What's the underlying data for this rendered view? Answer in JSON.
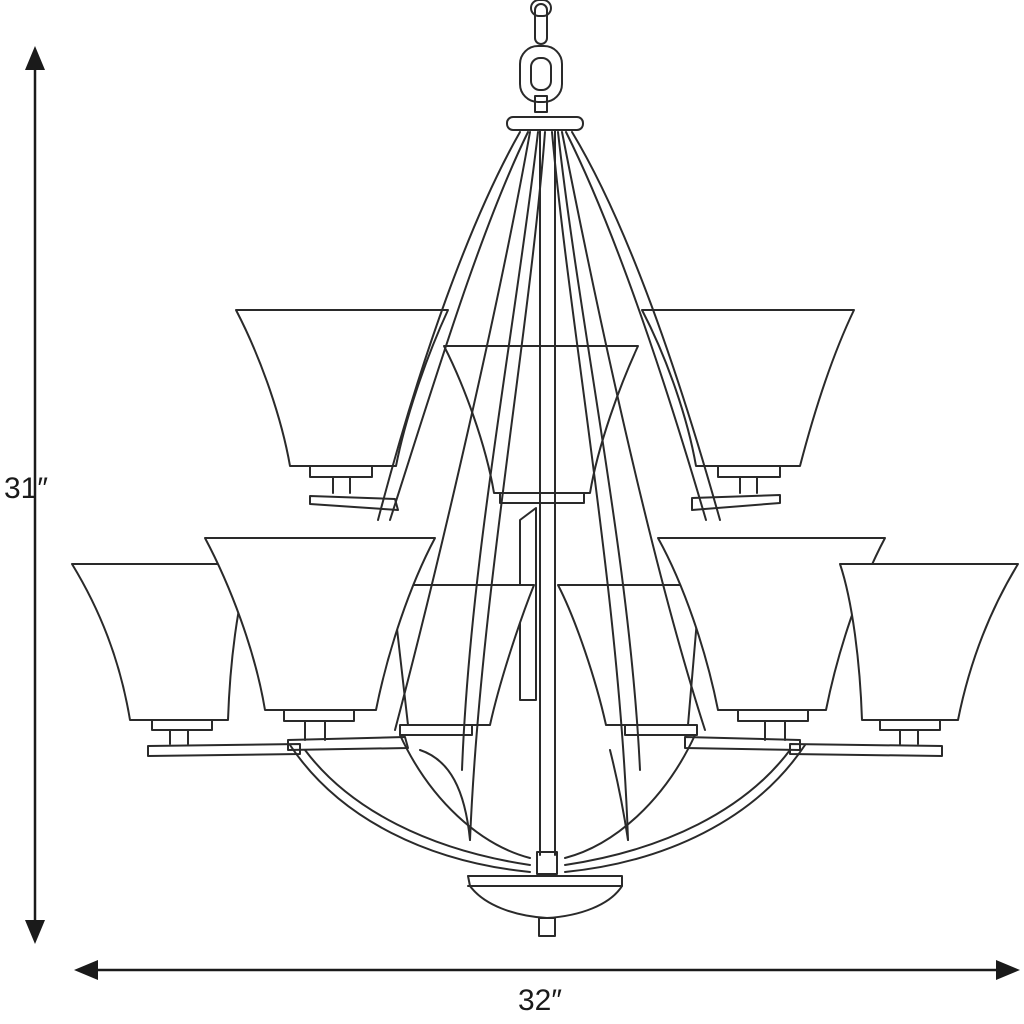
{
  "dimensions": {
    "height": "31″",
    "width": "32″"
  },
  "figure": {
    "shade_count": 9
  },
  "colors": {
    "line": "#2a2a2a",
    "background": "#ffffff"
  }
}
